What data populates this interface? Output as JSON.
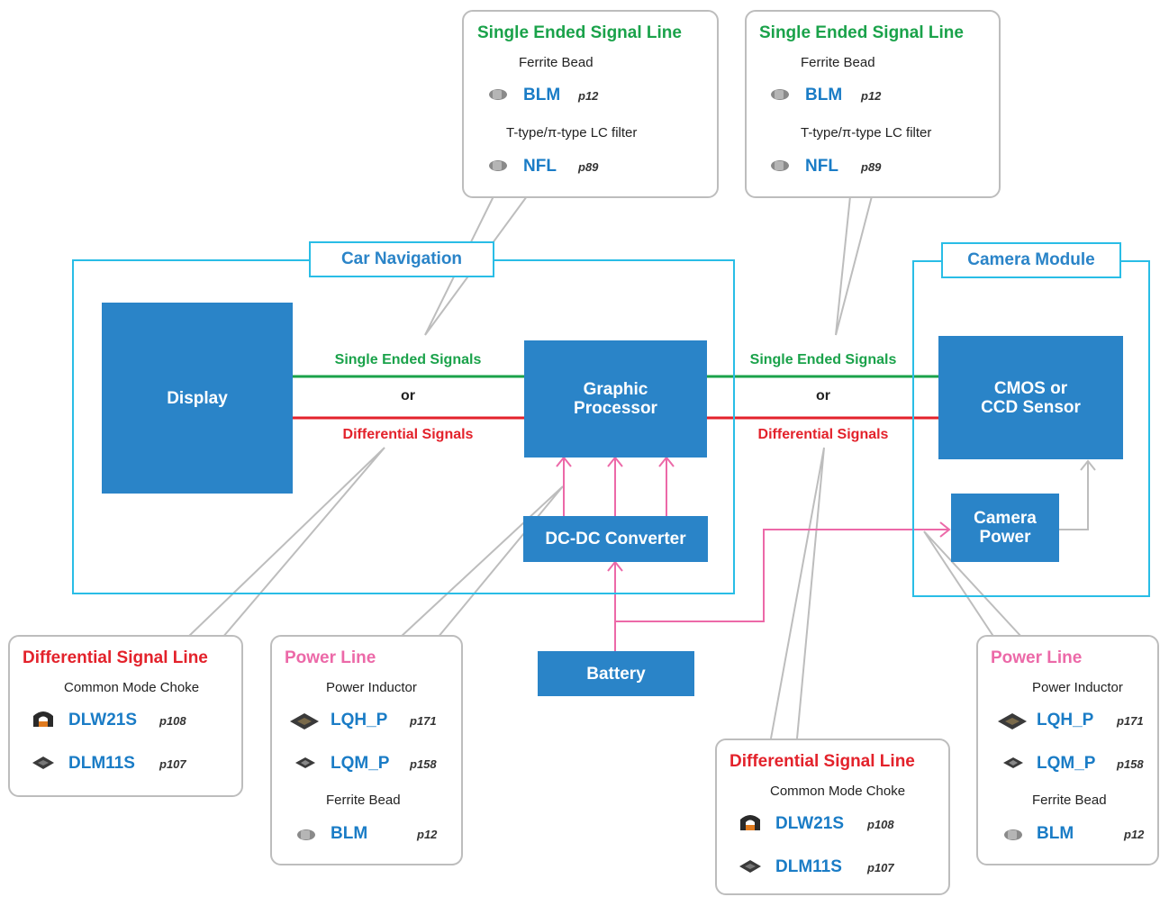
{
  "frames": {
    "car_nav": "Car Navigation",
    "camera_module": "Camera Module"
  },
  "blocks": {
    "display": "Display",
    "graphic_processor": "Graphic\nProcessor",
    "dcdc": "DC-DC Converter",
    "battery": "Battery",
    "cmos": "CMOS or\nCCD Sensor",
    "camera_power": "Camera\nPower"
  },
  "signals": {
    "left_single": "Single Ended Signals",
    "left_or": "or",
    "left_diff": "Differential Signals",
    "right_single": "Single Ended Signals",
    "right_or": "or",
    "right_diff": "Differential Signals"
  },
  "callouts": {
    "se_left": {
      "title": "Single Ended Signal Line",
      "sub1": "Ferrite Bead",
      "part1": "BLM",
      "page1": "p12",
      "sub2": "T-type/π-type LC filter",
      "part2": "NFL",
      "page2": "p89"
    },
    "se_right": {
      "title": "Single Ended Signal Line",
      "sub1": "Ferrite Bead",
      "part1": "BLM",
      "page1": "p12",
      "sub2": "T-type/π-type LC filter",
      "part2": "NFL",
      "page2": "p89"
    },
    "diff_left": {
      "title": "Differential Signal Line",
      "sub1": "Common Mode Choke",
      "part1": "DLW21S",
      "page1": "p108",
      "part2": "DLM11S",
      "page2": "p107"
    },
    "power_mid": {
      "title": "Power Line",
      "sub1": "Power Inductor",
      "part1": "LQH_P",
      "page1": "p171",
      "part2": "LQM_P",
      "page2": "p158",
      "sub2": "Ferrite Bead",
      "part3": "BLM",
      "page3": "p12"
    },
    "diff_right": {
      "title": "Differential Signal Line",
      "sub1": "Common Mode Choke",
      "part1": "DLW21S",
      "page1": "p108",
      "part2": "DLM11S",
      "page2": "p107"
    },
    "power_right": {
      "title": "Power Line",
      "sub1": "Power Inductor",
      "part1": "LQH_P",
      "page1": "p171",
      "part2": "LQM_P",
      "page2": "p158",
      "sub2": "Ferrite Bead",
      "part3": "BLM",
      "page3": "p12"
    }
  },
  "colors": {
    "block": "#2a84c8",
    "frame": "#29bde6",
    "single_line": "#1aa24a",
    "diff_line": "#e3222b",
    "power_line": "#ec69a8",
    "part_text": "#1a7cc6",
    "callout_border": "#bdbdbd"
  }
}
